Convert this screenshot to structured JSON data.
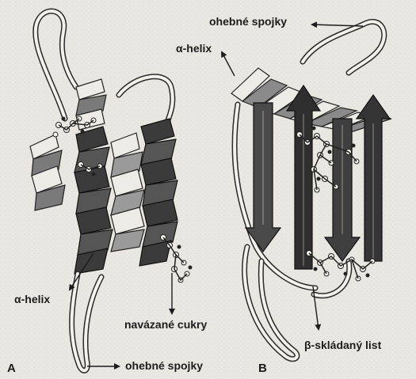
{
  "panel_a": {
    "panel_label": "A",
    "labels": {
      "helix": "α-helix",
      "bound_sugars": "navázané cukry",
      "flexible_linkers": "ohebné spojky"
    }
  },
  "panel_b": {
    "panel_label": "B",
    "labels": {
      "flexible_linkers": "ohebné spojky",
      "helix": "α-helix",
      "sheet": "β-skládaný list"
    }
  }
}
